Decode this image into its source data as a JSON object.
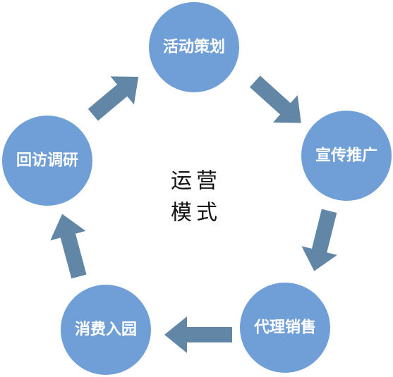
{
  "center": {
    "line1": "运营",
    "line2": "模式"
  },
  "nodes": [
    {
      "id": "planning",
      "label": "活动策划"
    },
    {
      "id": "promotion",
      "label": "宣传推广"
    },
    {
      "id": "agency-sales",
      "label": "代理销售"
    },
    {
      "id": "consume-enter",
      "label": "消费入园"
    },
    {
      "id": "follow-up",
      "label": "回访调研"
    }
  ],
  "colors": {
    "node_fill": "#6f9fd6",
    "arrow_fill": "#6186a6",
    "node_text": "#ffffff",
    "center_text": "#111111"
  }
}
